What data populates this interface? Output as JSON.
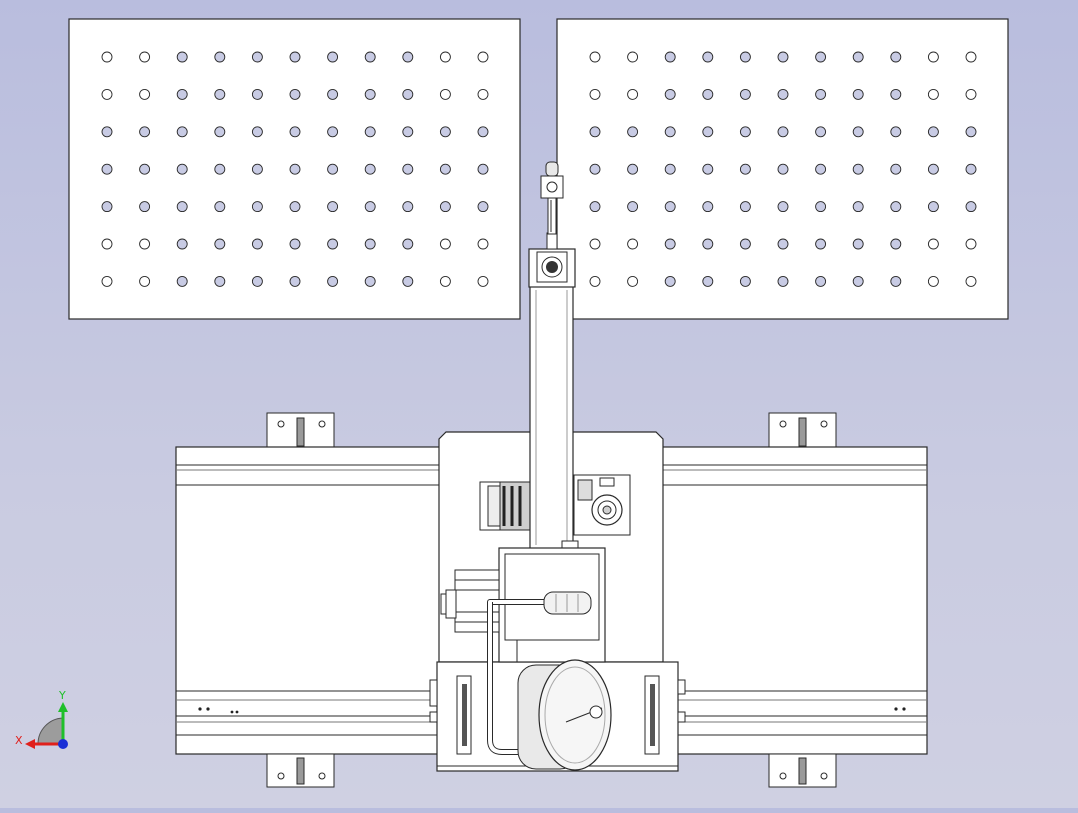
{
  "viewport": {
    "background_top": "#b9bdde",
    "background_bottom": "#cfd0e2",
    "part_fill": "#ffffff",
    "edge_color": "#2a2a2a",
    "hole_fill_shaded": "#c8cbe4",
    "hole_fill_plain": "#ffffff"
  },
  "perforated_plates": [
    {
      "name": "left-perforated-plate",
      "rows": 7,
      "cols": 11
    },
    {
      "name": "right-perforated-plate",
      "rows": 7,
      "cols": 11
    }
  ],
  "triad": {
    "x_label": "X",
    "y_label": "Y",
    "x_color": "#e0201c",
    "y_color": "#1fbf2a",
    "z_color": "#1a2fd6"
  }
}
